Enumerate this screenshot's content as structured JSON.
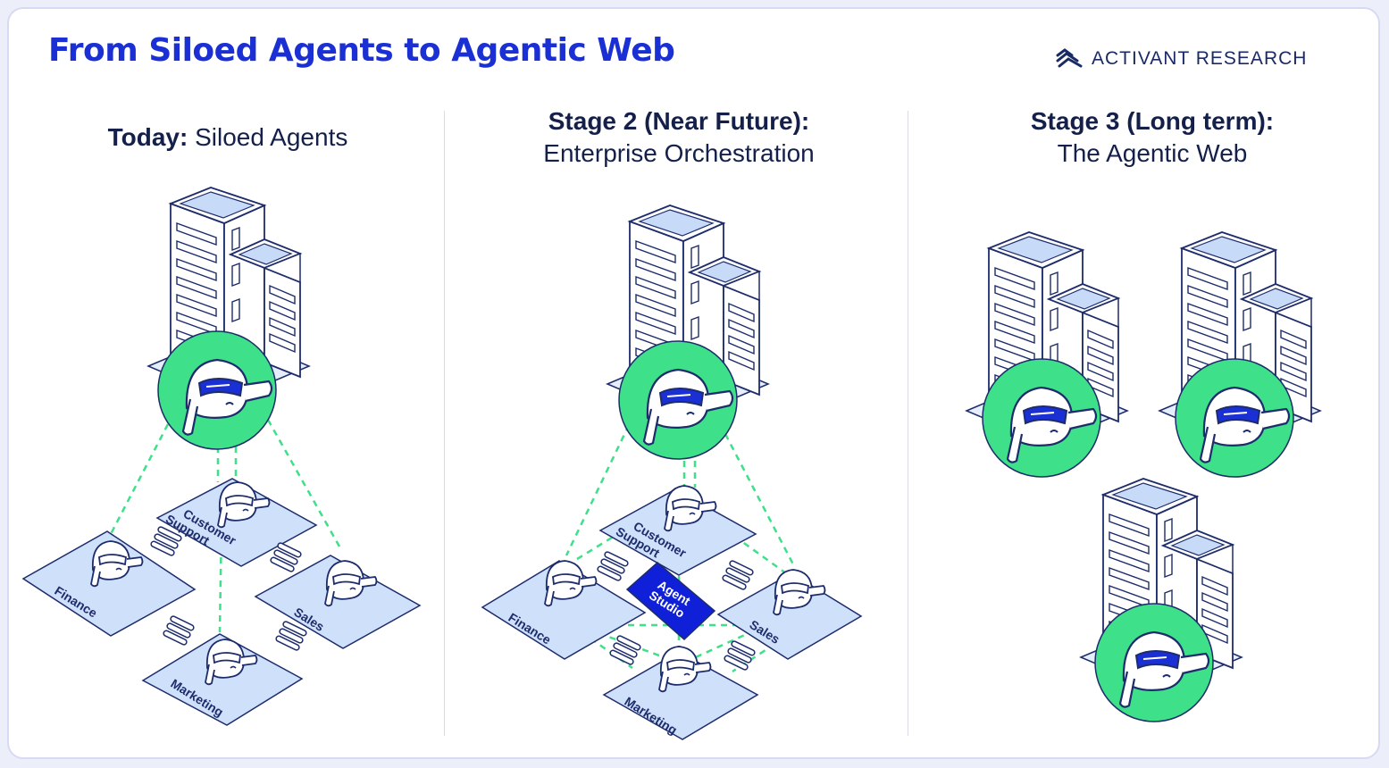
{
  "title": "From Siloed Agents to Agentic Web",
  "brand": {
    "name_bold": "ACTIVANT",
    "name_rest": "RESEARCH",
    "logo_icon": "activant-stripes-icon"
  },
  "stages": [
    {
      "heading_bold": "Today:",
      "heading_rest": "Siloed Agents",
      "departments": [
        "Finance",
        "Customer Support",
        "Sales",
        "Marketing"
      ]
    },
    {
      "heading_bold": "Stage 2 (Near Future):",
      "heading_rest": "Enterprise Orchestration",
      "departments": [
        "Finance",
        "Customer Support",
        "Sales",
        "Marketing"
      ],
      "hub_label": "Agent Studio"
    },
    {
      "heading_bold": "Stage 3 (Long term):",
      "heading_rest": "The Agentic Web"
    }
  ],
  "colors": {
    "title_blue": "#1a2fd4",
    "agent_green": "#3ee08a",
    "tile_blue": "#cfe0fb",
    "ink": "#1d2c6b",
    "hub_blue": "#1020d8"
  }
}
